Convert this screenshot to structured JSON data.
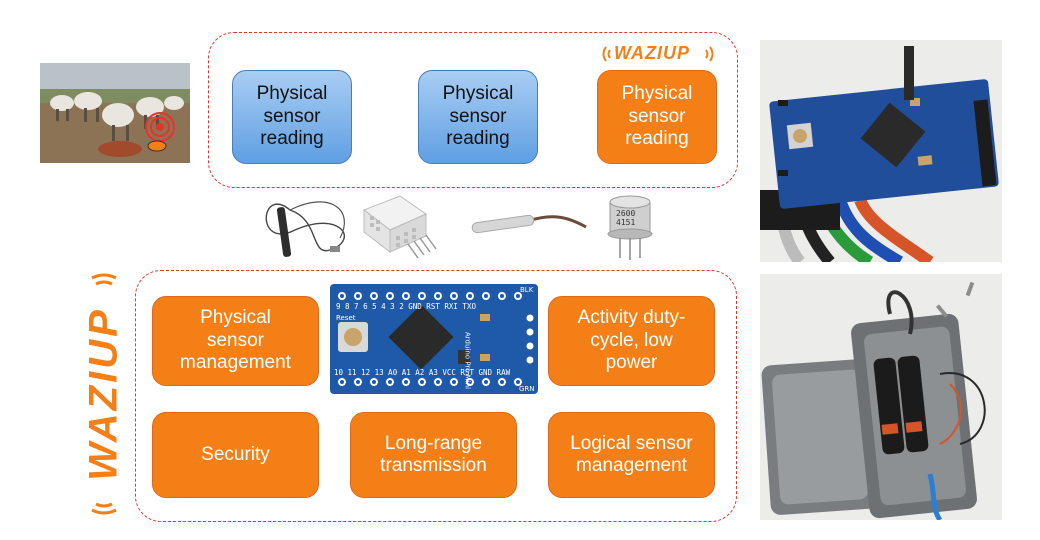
{
  "top_panel": {
    "boxes": [
      {
        "label": "Physical\nsensor\nreading"
      },
      {
        "label": "Physical\nsensor\nreading"
      },
      {
        "label": "Physical\nsensor\nreading"
      }
    ],
    "logo_text": "WAZIUP"
  },
  "bottom_panel": {
    "boxes": [
      {
        "label": "Physical\nsensor\nmanagement"
      },
      {
        "label": "Activity duty-\ncycle, low\npower"
      },
      {
        "label": "Security"
      },
      {
        "label": "Long-range\ntransmission"
      },
      {
        "label": "Logical sensor\nmanagement"
      }
    ],
    "logo_text": "WAZIUP"
  },
  "board": {
    "top_pins": "9 8 7 6 5 4 3 2 GND RST RXI TXO",
    "bottom_pins": "10 11 12 13 A0 A1 A2 A3 VCC RST GND RAW",
    "blk": "BLK",
    "grn": "GRN",
    "reset": "Reset",
    "side_text": "Arduino Pro Mini"
  },
  "gas_sensor_text": "2600\n4151",
  "colors": {
    "accent_orange": "#f57f17",
    "blue_box": "#6fa8e8",
    "dash_red": "#e8332a"
  }
}
